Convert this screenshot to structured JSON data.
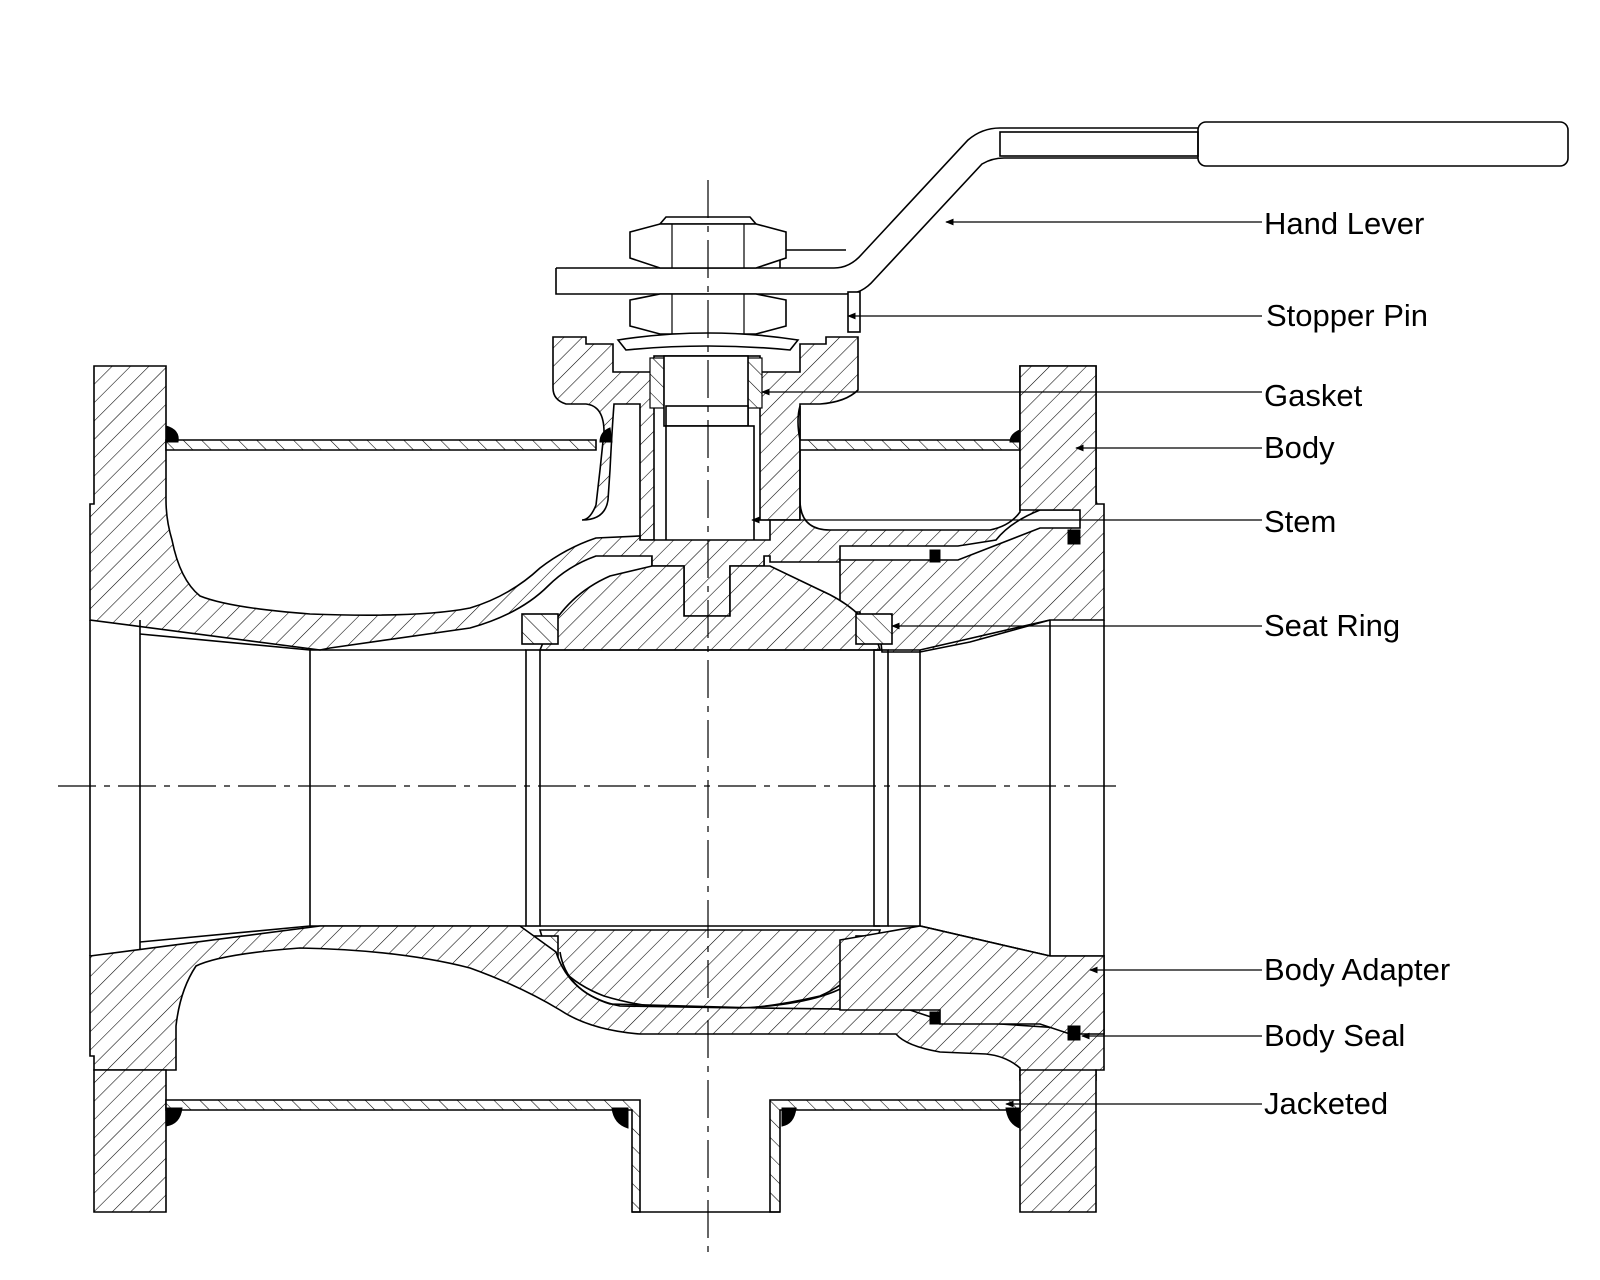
{
  "diagram": {
    "labels": {
      "hand_lever": "Hand Lever",
      "stopper_pin": "Stopper Pin",
      "gasket": "Gasket",
      "body": "Body",
      "stem": "Stem",
      "seat_ring": "Seat Ring",
      "body_adapter": "Body Adapter",
      "body_seal": "Body Seal",
      "jacketed": "Jacketed"
    }
  }
}
